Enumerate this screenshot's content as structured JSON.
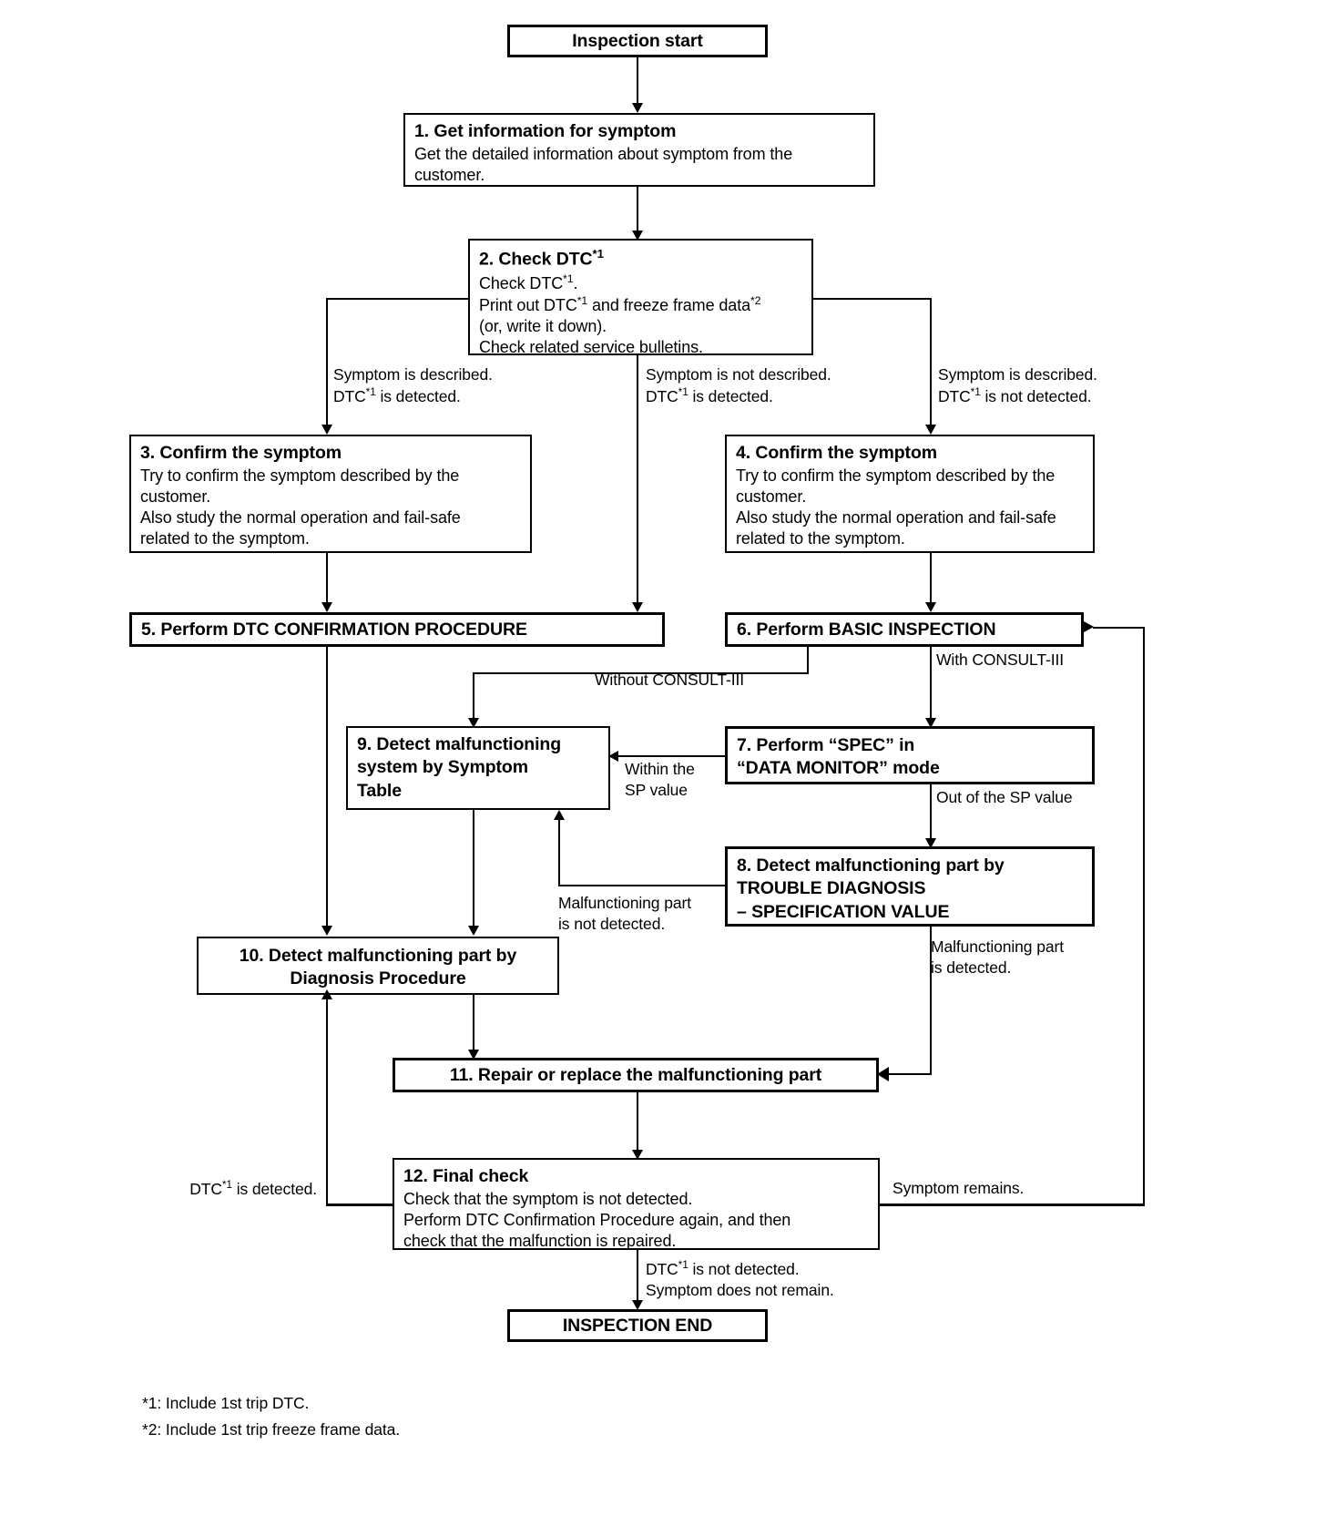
{
  "diagram": {
    "title": "Inspection / trouble diagnosis work flow",
    "nodes": {
      "start": {
        "title": "Inspection start",
        "body": ""
      },
      "n1": {
        "title": "1. Get information for symptom",
        "body": "Get the detailed information about symptom from the\ncustomer."
      },
      "n2": {
        "title": "2. Check DTC*1",
        "body": "Check DTC*1.\nPrint out DTC*1 and freeze frame data*2\n(or, write it down).\nCheck related service bulletins."
      },
      "n3": {
        "title": "3. Confirm the symptom",
        "body": "Try to confirm the symptom described by the\ncustomer.\nAlso study the normal operation and fail-safe\nrelated to the symptom."
      },
      "n4": {
        "title": "4. Confirm the symptom",
        "body": "Try to confirm the symptom described by the\ncustomer.\nAlso study the normal operation and fail-safe\nrelated to the symptom."
      },
      "n5": {
        "title": "5. Perform DTC CONFIRMATION PROCEDURE",
        "body": ""
      },
      "n6": {
        "title": "6. Perform BASIC INSPECTION",
        "body": ""
      },
      "n7": {
        "title": "7. Perform “SPEC” in\n    “DATA MONITOR” mode",
        "body": ""
      },
      "n8": {
        "title": "8. Detect malfunctioning part by\n    TROUBLE DIAGNOSIS\n    – SPECIFICATION VALUE",
        "body": ""
      },
      "n9": {
        "title": "9. Detect malfunctioning\n    system by Symptom\n    Table",
        "body": ""
      },
      "n10": {
        "title": "10. Detect malfunctioning part by\nDiagnosis Procedure",
        "body": ""
      },
      "n11": {
        "title": "11. Repair or replace the malfunctioning part",
        "body": ""
      },
      "n12": {
        "title": "12. Final check",
        "body": "Check that the symptom is not detected.\nPerform DTC Confirmation Procedure again, and then\ncheck that the malfunction is repaired."
      },
      "end": {
        "title": "INSPECTION END",
        "body": ""
      }
    },
    "edge_labels": {
      "e_left": "Symptom is described.\nDTC*1 is detected.",
      "e_mid": "Symptom is not described.\nDTC*1 is detected.",
      "e_right": "Symptom is described.\nDTC*1 is not detected.",
      "e_with_consult": "With CONSULT-III",
      "e_without_consult": "Without CONSULT-III",
      "e_within_sp": "Within the\nSP value",
      "e_out_sp": "Out of the SP value",
      "e_part_not_found": "Malfunctioning part\nis not detected.",
      "e_part_found": "Malfunctioning part\nis detected.",
      "e_dtc_detected": "DTC*1 is detected.",
      "e_symptom_remains": "Symptom remains.",
      "e_finish": "DTC*1 is not detected.\nSymptom does not remain."
    },
    "footnotes": [
      "*1: Include 1st trip DTC.",
      "*2: Include 1st trip freeze frame data."
    ]
  }
}
